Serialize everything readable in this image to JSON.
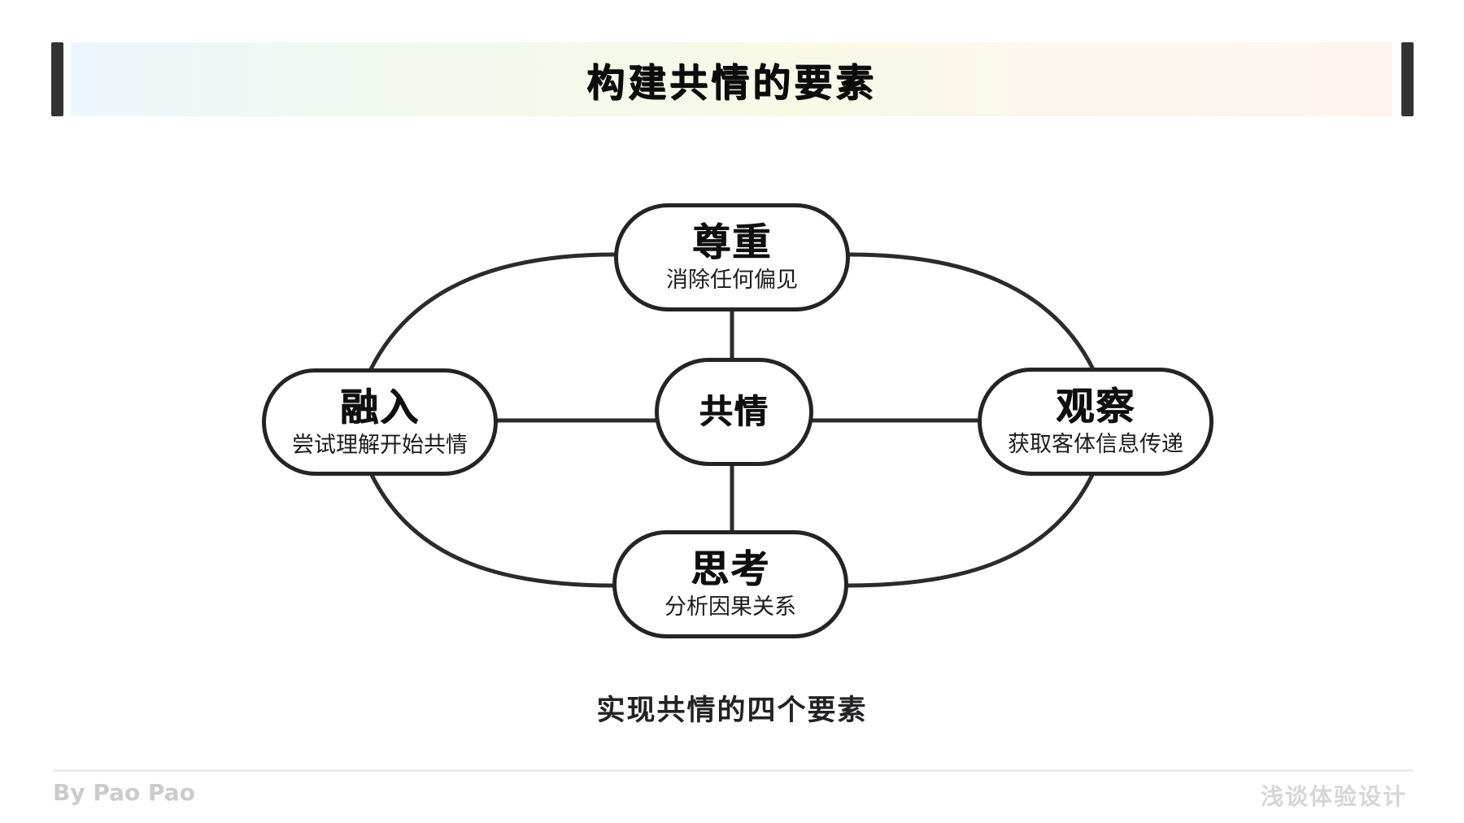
{
  "header": {
    "title": "构建共情的要素"
  },
  "diagram": {
    "center": {
      "title": "共情"
    },
    "nodes": [
      {
        "id": "respect",
        "title": "尊重",
        "subtitle": "消除任何偏见"
      },
      {
        "id": "integrate",
        "title": "融入",
        "subtitle": "尝试理解开始共情"
      },
      {
        "id": "observe",
        "title": "观察",
        "subtitle": "获取客体信息传递"
      },
      {
        "id": "think",
        "title": "思考",
        "subtitle": "分析因果关系"
      }
    ],
    "caption": "实现共情的四个要素"
  },
  "footer": {
    "author": "By Pao Pao",
    "brand": "浅谈体验设计"
  },
  "colors": {
    "node_border": "#242426",
    "connector": "#2b2b2b",
    "accent_bar": "#333336",
    "banner_gradient_left": "#edf6fc",
    "banner_gradient_middle": "#f9f9e6",
    "banner_gradient_right": "#fdf4f1",
    "footer_text": "#cbcbcb",
    "title_text": "#0c0c0c"
  }
}
